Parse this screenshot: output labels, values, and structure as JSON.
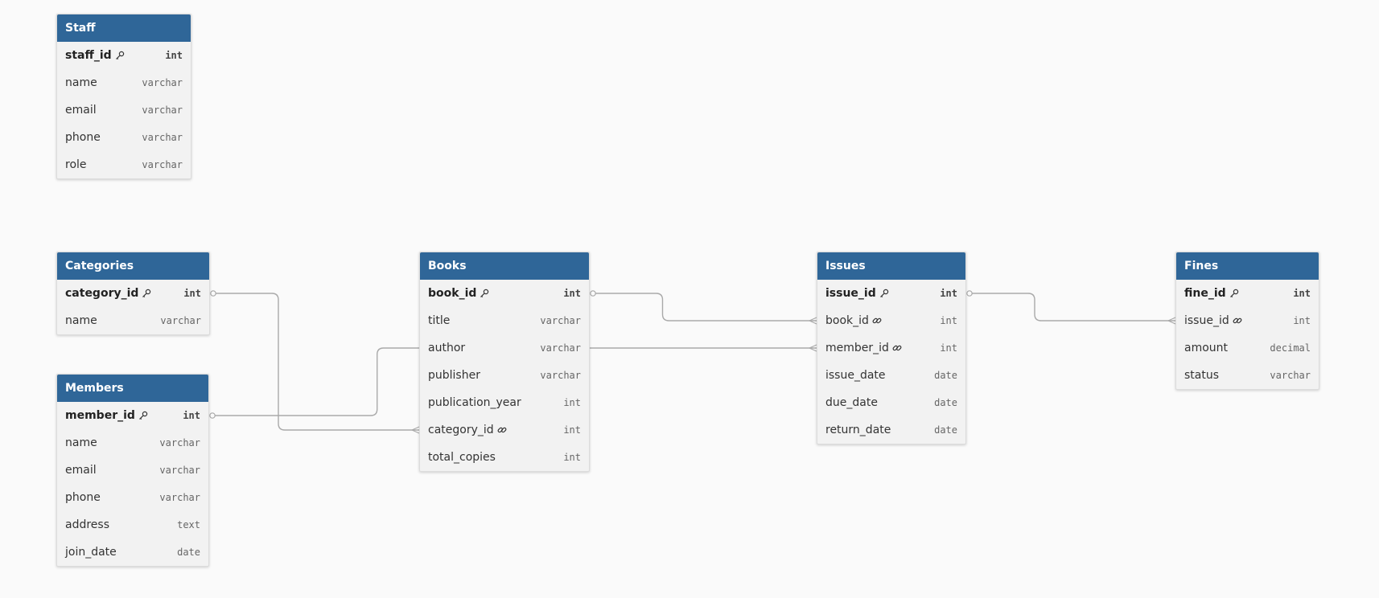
{
  "tables": [
    {
      "id": "staff",
      "name": "Staff",
      "fields": [
        {
          "name": "staff_id",
          "type": "int",
          "pk": true
        },
        {
          "name": "name",
          "type": "varchar"
        },
        {
          "name": "email",
          "type": "varchar"
        },
        {
          "name": "phone",
          "type": "varchar"
        },
        {
          "name": "role",
          "type": "varchar"
        }
      ]
    },
    {
      "id": "categories",
      "name": "Categories",
      "fields": [
        {
          "name": "category_id",
          "type": "int",
          "pk": true
        },
        {
          "name": "name",
          "type": "varchar"
        }
      ]
    },
    {
      "id": "members",
      "name": "Members",
      "fields": [
        {
          "name": "member_id",
          "type": "int",
          "pk": true
        },
        {
          "name": "name",
          "type": "varchar"
        },
        {
          "name": "email",
          "type": "varchar"
        },
        {
          "name": "phone",
          "type": "varchar"
        },
        {
          "name": "address",
          "type": "text"
        },
        {
          "name": "join_date",
          "type": "date"
        }
      ]
    },
    {
      "id": "books",
      "name": "Books",
      "fields": [
        {
          "name": "book_id",
          "type": "int",
          "pk": true
        },
        {
          "name": "title",
          "type": "varchar"
        },
        {
          "name": "author",
          "type": "varchar"
        },
        {
          "name": "publisher",
          "type": "varchar"
        },
        {
          "name": "publication_year",
          "type": "int"
        },
        {
          "name": "category_id",
          "type": "int",
          "fk": true
        },
        {
          "name": "total_copies",
          "type": "int"
        }
      ]
    },
    {
      "id": "issues",
      "name": "Issues",
      "fields": [
        {
          "name": "issue_id",
          "type": "int",
          "pk": true
        },
        {
          "name": "book_id",
          "type": "int",
          "fk": true
        },
        {
          "name": "member_id",
          "type": "int",
          "fk": true
        },
        {
          "name": "issue_date",
          "type": "date"
        },
        {
          "name": "due_date",
          "type": "date"
        },
        {
          "name": "return_date",
          "type": "date"
        }
      ]
    },
    {
      "id": "fines",
      "name": "Fines",
      "fields": [
        {
          "name": "fine_id",
          "type": "int",
          "pk": true
        },
        {
          "name": "issue_id",
          "type": "int",
          "fk": true
        },
        {
          "name": "amount",
          "type": "decimal"
        },
        {
          "name": "status",
          "type": "varchar"
        }
      ]
    }
  ],
  "relationships": [
    {
      "from": "categories.category_id",
      "to": "books.category_id"
    },
    {
      "from": "members.member_id",
      "to": "issues.member_id"
    },
    {
      "from": "books.book_id",
      "to": "issues.book_id"
    },
    {
      "from": "issues.issue_id",
      "to": "fines.issue_id"
    }
  ],
  "colors": {
    "header": "#2f6698",
    "line": "#a9a9a9",
    "background": "#fafafa"
  }
}
